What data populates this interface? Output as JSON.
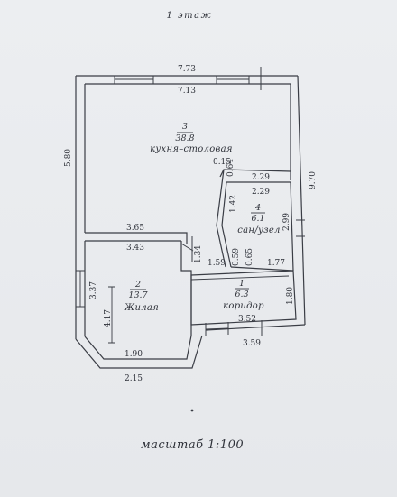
{
  "floor_title": "1 этаж",
  "scale_label": "масштаб 1:100",
  "dimensions": {
    "outer_top": "7.73",
    "inner_top": "7.13",
    "left_height": "5.80",
    "right_height": "9.70",
    "kitchen_bottom": "3.65",
    "living_top": "3.43",
    "living_left_outer": "3.37",
    "living_left_inner": "4.17",
    "living_bottom_inner": "1.90",
    "living_bottom_outer": "2.15",
    "partition_134": "1.34",
    "partition_159": "1.59",
    "corridor_height": "1.80",
    "corridor_width": "3.52",
    "corridor_outer": "3.59",
    "wc_top_outer": "2.29",
    "wc_top_inner": "2.29",
    "wc_left": "1.42",
    "wc_right": "2.99",
    "wc_bottom": "1.77",
    "small_015": "0.15",
    "small_064": "0.64",
    "small_059": "0.59",
    "small_065": "0.65"
  },
  "rooms": [
    {
      "num": "3",
      "area": "38.8",
      "name": "кухня–столовая"
    },
    {
      "num": "4",
      "area": "6.1",
      "name": "сан/узел"
    },
    {
      "num": "2",
      "area": "13.7",
      "name": "Жилая"
    },
    {
      "num": "1",
      "area": "6.3",
      "name": "коридор"
    }
  ]
}
